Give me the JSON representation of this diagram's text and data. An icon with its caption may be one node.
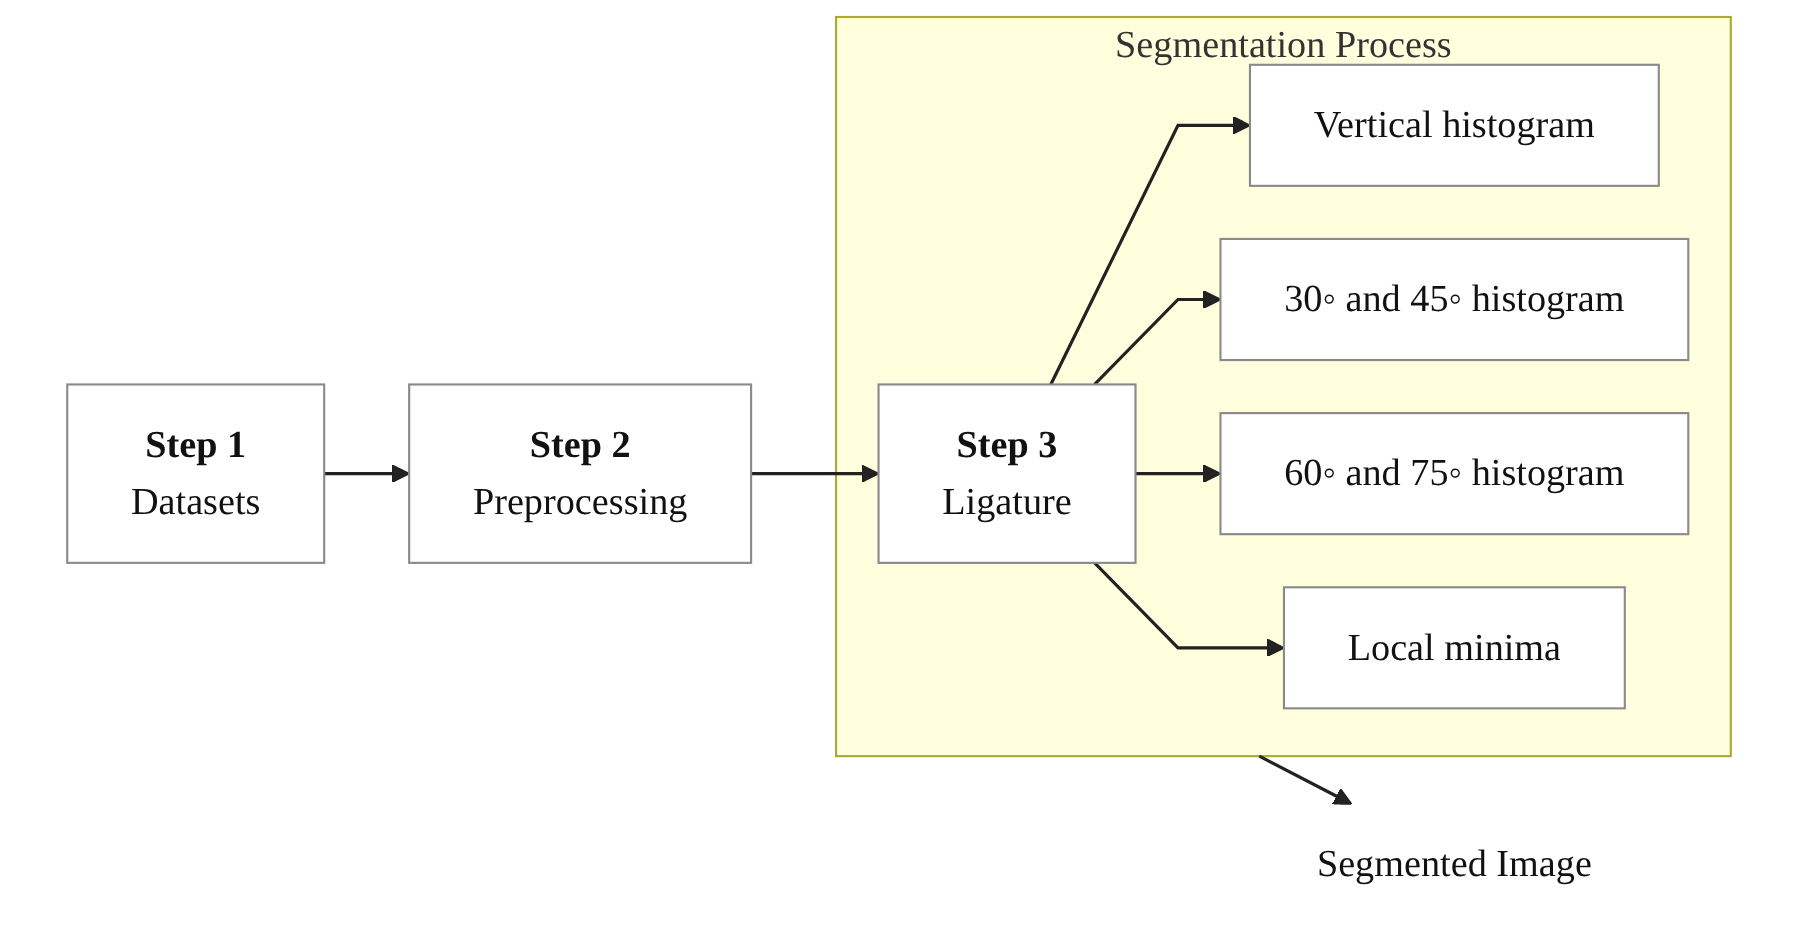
{
  "diagram": {
    "nodes": [
      {
        "text": [
          "Step 1",
          "Datasets"
        ]
      },
      {
        "text": [
          "Step 2",
          "Preprocessing"
        ]
      },
      {
        "text": [
          "Segmentation Process"
        ]
      },
      {
        "text": [
          "Step 3",
          "Ligature"
        ],
        "in": 2
      },
      {
        "text": [
          "Vertical histogram"
        ],
        "in": 2
      },
      {
        "text": [
          "30◦ and 45◦ histogram"
        ],
        "in": 2
      },
      {
        "text": [
          "60◦ and 75◦ histogram"
        ],
        "in": 2
      },
      {
        "text": [
          "Local minima"
        ],
        "in": 2
      },
      {
        "text": [
          "Segmented Image"
        ]
      }
    ],
    "edges": [
      {
        "from": 0,
        "to": 1,
        "arrow": "to"
      },
      {
        "from": 1,
        "to": 3,
        "arrow": "to"
      },
      {
        "from": 3,
        "to": 4,
        "arrow": "to"
      },
      {
        "from": 3,
        "to": 5,
        "arrow": "to"
      },
      {
        "from": 3,
        "to": 6,
        "arrow": "to"
      },
      {
        "from": 3,
        "to": 7,
        "arrow": "to"
      },
      {
        "from": 2,
        "to": 8,
        "arrow": "to"
      }
    ]
  }
}
